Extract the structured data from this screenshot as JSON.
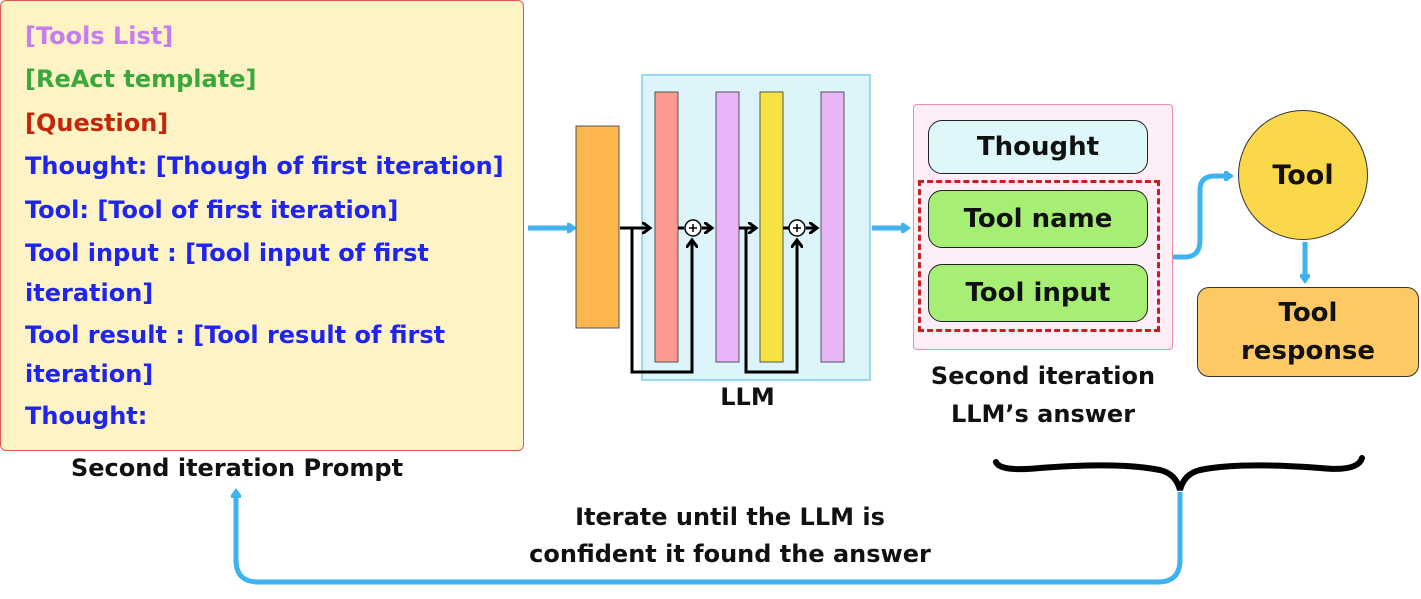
{
  "prompt": {
    "lines": [
      {
        "text": "[Tools List]",
        "color": "#c77cf0"
      },
      {
        "text": "[ReAct template]",
        "color": "#3ba83b"
      },
      {
        "text": "[Question]",
        "color": "#c4260a"
      },
      {
        "text": "Thought: [Though of first iteration]",
        "color": "#1f25f0"
      },
      {
        "text": "Tool: [Tool of first iteration]",
        "color": "#1f25f0"
      },
      {
        "text": "Tool input : [Tool input of first",
        "color": "#1f25f0"
      },
      {
        "text": "iteration]",
        "color": "#1f25f0"
      },
      {
        "text": "Tool result : [Tool result of first",
        "color": "#1f25f0"
      },
      {
        "text": "iteration]",
        "color": "#1f25f0"
      },
      {
        "text": "Thought:",
        "color": "#1f25f0"
      }
    ],
    "caption": "Second iteration Prompt"
  },
  "llm": {
    "label": "LLM",
    "layer_colors": [
      "#fdb54e",
      "#fc9a90",
      "#e8b3f7",
      "#f7e244",
      "#e8b3f7"
    ],
    "block_color": "#dcf4fa"
  },
  "answer": {
    "thought": "Thought",
    "tool_name": "Tool name",
    "tool_input": "Tool input",
    "caption_line1": "Second iteration",
    "caption_line2": "LLM’s answer"
  },
  "tool": {
    "label": "Tool",
    "response_line1": "Tool",
    "response_line2": "response"
  },
  "loop": {
    "line1": "Iterate until the LLM is",
    "line2": "confident it found the answer"
  },
  "colors": {
    "arrow": "#3fb3ef"
  }
}
